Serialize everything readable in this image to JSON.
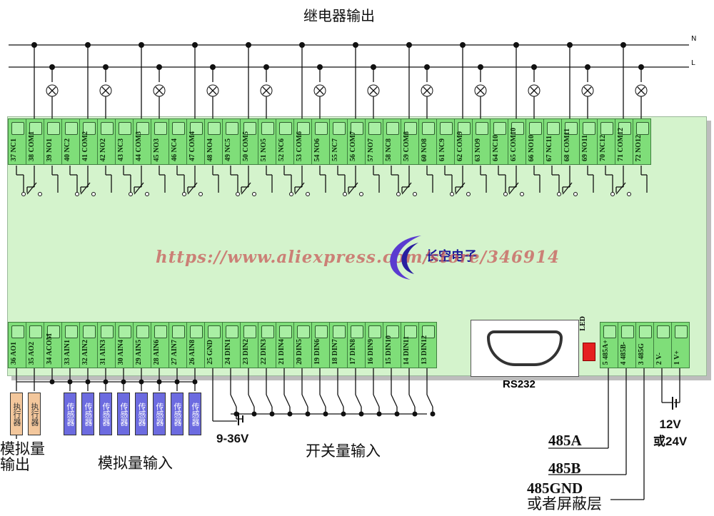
{
  "title": "继电器输出",
  "lines": {
    "n": "N",
    "l": "L"
  },
  "top_terminals": [
    "37 NC1",
    "38 COM1",
    "39 NO1",
    "40 NC2",
    "41 COM2",
    "42 NO2",
    "43 NC3",
    "44 COM3",
    "45 NO3",
    "46 NC4",
    "47 COM4",
    "48 NO4",
    "49 NC5",
    "50 COM5",
    "51 NO5",
    "52 NC6",
    "53 COM6",
    "54 NO6",
    "55 NC7",
    "56 COM7",
    "57 NO7",
    "58 NC8",
    "59 COM8",
    "60 NO8",
    "61 NC9",
    "62 COM9",
    "63 NO9",
    "64 NC10",
    "65 COM10",
    "66 NO10",
    "67 NC11",
    "68 COM11",
    "69 NO11",
    "70 NC12",
    "71 COM12",
    "72 NO12"
  ],
  "bottom_left_terminals": [
    "36 AO1",
    "35 AO2",
    "34 ACOM",
    "33 AIN1",
    "32 AIN2",
    "31 AIN3",
    "30 AIN4",
    "29 AIN5",
    "28 AIN6",
    "27 AIN7",
    "26 AIN8",
    "25 GND",
    "24 DIN1",
    "23 DIN2",
    "22 DIN3",
    "21 DIN4",
    "20 DIN5",
    "19 DIN6",
    "18 DIN7",
    "17 DIN8",
    "16 DIN9",
    "15 DIN10",
    "14 DIN11",
    "13 DIN12"
  ],
  "bottom_right_terminals": [
    "5 485A+",
    "4 485B-",
    "3 485G",
    "2 V-",
    "1 V+"
  ],
  "led_label": "LED",
  "rs232_label": "RS232",
  "logo_text": "长空电子",
  "watermark_url": "https://www.aliexpress.com/store/346914",
  "actuator_label": "执行器",
  "sensor_label": "传感器",
  "labels": {
    "analog_output": [
      "模拟量",
      "输出"
    ],
    "analog_input": "模拟量输入",
    "switch_input": "开关量输入",
    "din_power": "9-36V",
    "power": [
      "12V",
      "或24V"
    ],
    "rs485a": "485A",
    "rs485b": "485B",
    "rs485g": [
      "485GND",
      "或者屏蔽层"
    ]
  },
  "colors": {
    "board": "#d4f3cc",
    "terminal": "#7fde79",
    "sensor": "#6c6be0",
    "actuator": "#f3c79c",
    "led": "#e52020"
  }
}
